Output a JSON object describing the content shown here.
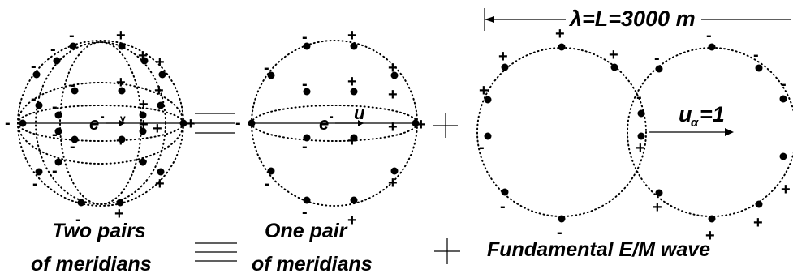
{
  "captions": {
    "left_line1": "Two pairs",
    "left_line2": "of meridians",
    "middle_line1": "One pair",
    "middle_line2": "of meridians",
    "right": "Fundamental E/M wave"
  },
  "labels": {
    "wavelength": "λ=L=3000 m",
    "electron_left": "e",
    "electron_left_sup": "-",
    "electron_left_sub": "γ",
    "electron_middle": "e",
    "electron_middle_sup": "-",
    "velocity_middle": "u",
    "velocity_right": "u",
    "velocity_right_sub": "α",
    "velocity_right_value": "=1"
  },
  "signs": {
    "plus": "+",
    "minus": "-"
  }
}
